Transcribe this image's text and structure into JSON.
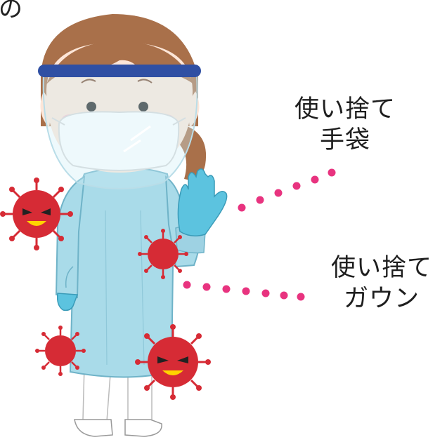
{
  "corner_text": "の",
  "labels": {
    "gloves": {
      "line1": "使い捨て",
      "line2": "手袋"
    },
    "gown": {
      "line1": "使い捨て",
      "line2": "ガウン"
    }
  },
  "colors": {
    "gown": "#a9dbe9",
    "gown_outline": "#6fb3c8",
    "glove": "#5cc3df",
    "headband": "#2f4fa3",
    "hair": "#a9704a",
    "virus": "#d62b35",
    "dots": "#e8337f"
  },
  "illustration": {
    "subject": "nurse wearing face shield, mask, disposable gloves and disposable gown",
    "icons": [
      "face-shield-icon",
      "virus-icon"
    ]
  }
}
